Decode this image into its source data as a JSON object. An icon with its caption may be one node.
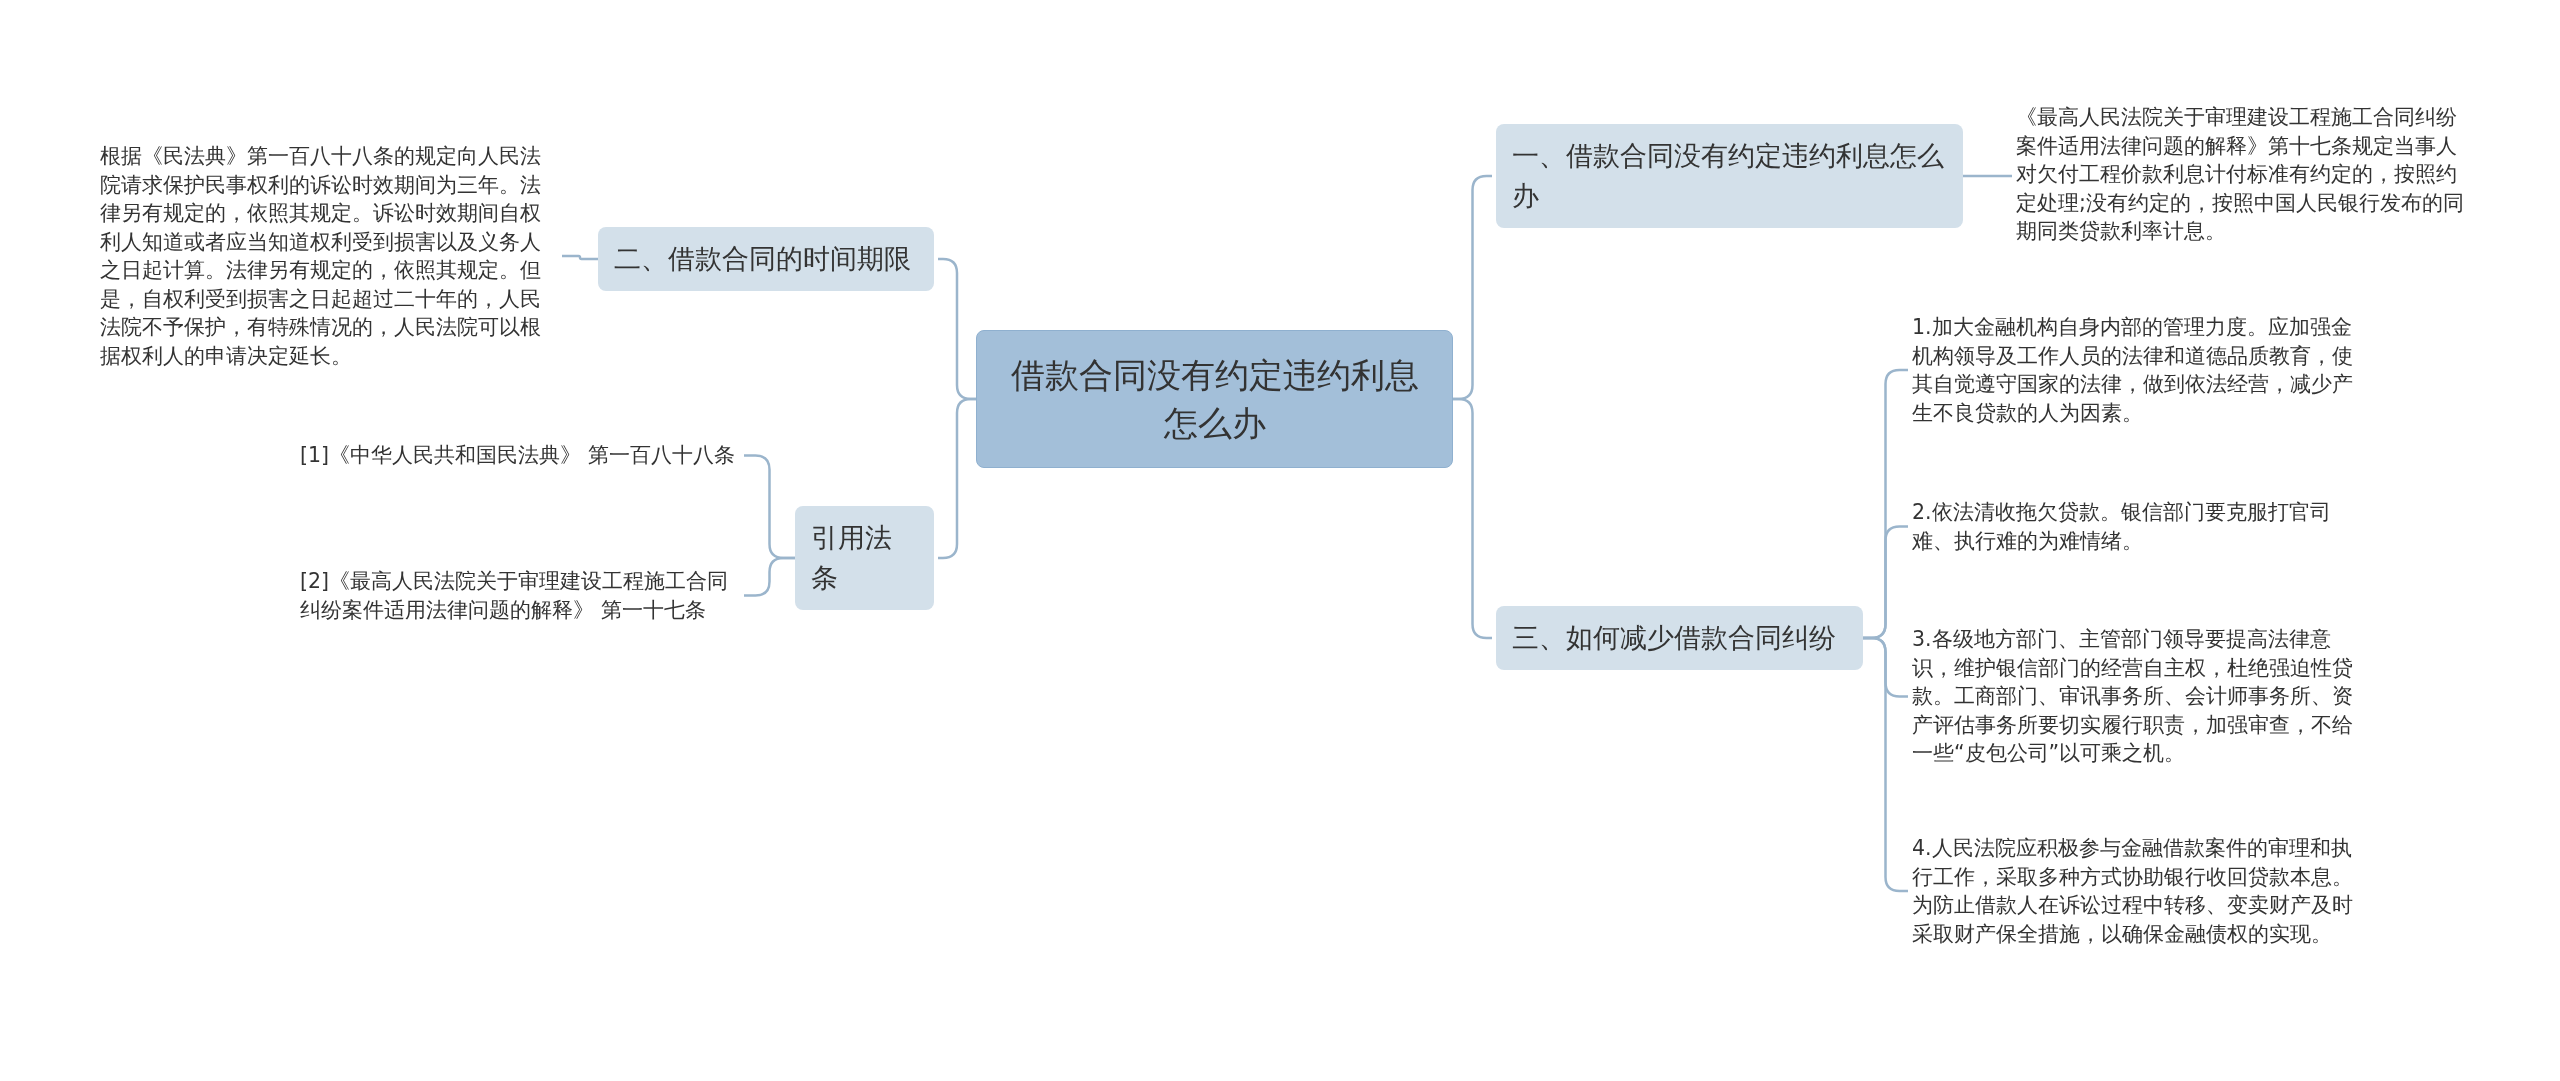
{
  "diagram": {
    "nodes": [
      {
        "text": [
          "借款合同没有约定违约利息怎么办"
        ]
      },
      {
        "text": [
          "一、借款合同没有约定违约利息怎么办"
        ]
      },
      {
        "text": [
          "《最高人民法院关于审理建设工程施工合同纠纷案件适用法律问题的解释》第十七条规定当事人对欠付工程价款利息计付标准有约定的，按照约定处理;没有约定的，按照中国人民银行发布的同期同类贷款利率计息。"
        ]
      },
      {
        "text": [
          "二、借款合同的时间期限"
        ]
      },
      {
        "text": [
          "根据《民法典》第一百八十八条的规定向人民法院请求保护民事权利的诉讼时效期间为三年。法律另有规定的，依照其规定。诉讼时效期间自权利人知道或者应当知道权利受到损害以及义务人之日起计算。法律另有规定的，依照其规定。但是，自权利受到损害之日起超过二十年的，人民法院不予保护，有特殊情况的，人民法院可以根据权利人的申请决定延长。"
        ]
      },
      {
        "text": [
          "引用法条"
        ]
      },
      {
        "text": [
          "[1]《中华人民共和国民法典》 第一百八十八条"
        ]
      },
      {
        "text": [
          "[2]《最高人民法院关于审理建设工程施工合同纠纷案件适用法律问题的解释》 第一十七条"
        ]
      },
      {
        "text": [
          "三、如何减少借款合同纠纷"
        ]
      },
      {
        "text": [
          "1.加大金融机构自身内部的管理力度。应加强金机构领导及工作人员的法律和道德品质教育，使其自觉遵守国家的法律，做到依法经营，减少产生不良贷款的人为因素。"
        ]
      },
      {
        "text": [
          "2.依法清收拖欠贷款。银信部门要克服打官司难、执行难的为难情绪。"
        ]
      },
      {
        "text": [
          "3.各级地方部门、主管部门领导要提高法律意识，维护银信部门的经营自主权，杜绝强迫性贷款。工商部门、审讯事务所、会计师事务所、资产评估事务所要切实履行职责，加强审查，不给一些“皮包公司”以可乘之机。"
        ]
      },
      {
        "text": [
          "4.人民法院应积极参与金融借款案件的审理和执行工作，采取多种方式协助银行收回贷款本息。为防止借款人在诉讼过程中转移、变卖财产及时采取财产保全措施，以确保金融债权的实现。"
        ]
      }
    ],
    "edges": [
      {
        "from": 0,
        "to": 1,
        "arrow": "none"
      },
      {
        "from": 0,
        "to": 8,
        "arrow": "none"
      },
      {
        "from": 0,
        "to": 3,
        "arrow": "none"
      },
      {
        "from": 0,
        "to": 5,
        "arrow": "none"
      },
      {
        "from": 1,
        "to": 2,
        "arrow": "none"
      },
      {
        "from": 3,
        "to": 4,
        "arrow": "none"
      },
      {
        "from": 5,
        "to": 6,
        "arrow": "none"
      },
      {
        "from": 5,
        "to": 7,
        "arrow": "none"
      },
      {
        "from": 8,
        "to": 9,
        "arrow": "none"
      },
      {
        "from": 8,
        "to": 10,
        "arrow": "none"
      },
      {
        "from": 8,
        "to": 11,
        "arrow": "none"
      },
      {
        "from": 8,
        "to": 12,
        "arrow": "none"
      }
    ]
  }
}
